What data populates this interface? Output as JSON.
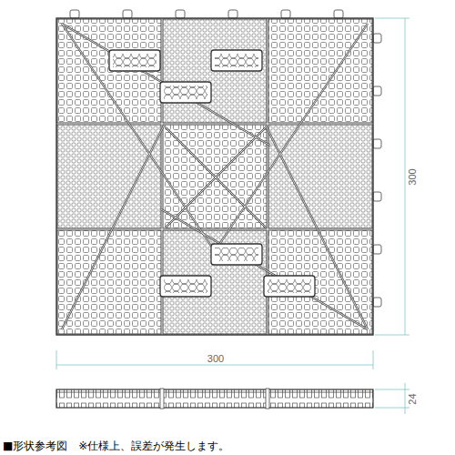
{
  "diagram": {
    "caption": "■形状参考図　※仕様上、誤差が発生します。",
    "labels": [
      "300",
      "300",
      "24"
    ]
  }
}
